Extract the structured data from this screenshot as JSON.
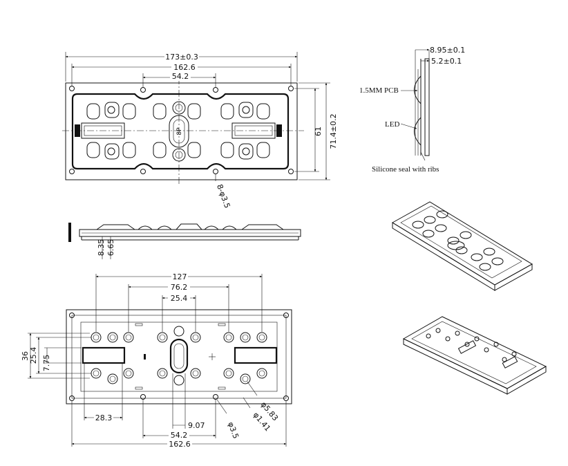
{
  "top_view": {
    "dim_overall_width": "173±0.3",
    "dim_hole_span": "162.6",
    "dim_center_span": "54.2",
    "dim_overall_height": "71.4±0.2",
    "dim_hole_height": "61",
    "dim_holes": "8-φ3.5",
    "center_marker": "8P"
  },
  "side_view": {
    "dim_a": "8.35",
    "dim_b": "6.65"
  },
  "section_view": {
    "dim_thickness_total": "8.95±0.1",
    "dim_thickness_lens": "5.2±0.1",
    "label_pcb": "1.5MM PCB",
    "label_led": "LED",
    "label_seal": "Silicone seal with ribs"
  },
  "bottom_view": {
    "dim_127": "127",
    "dim_76": "76.2",
    "dim_25": "25.4",
    "dim_36": "36",
    "dim_25_4_left": "25.4",
    "dim_7_75": "7.75",
    "dim_28_3": "28.3",
    "dim_9_07": "9.07",
    "dim_54_2": "54.2",
    "dim_162_6": "162.6",
    "dim_3_5": "φ3.5",
    "dim_5_83": "φ5.83",
    "dim_1_41": "φ1.41"
  }
}
